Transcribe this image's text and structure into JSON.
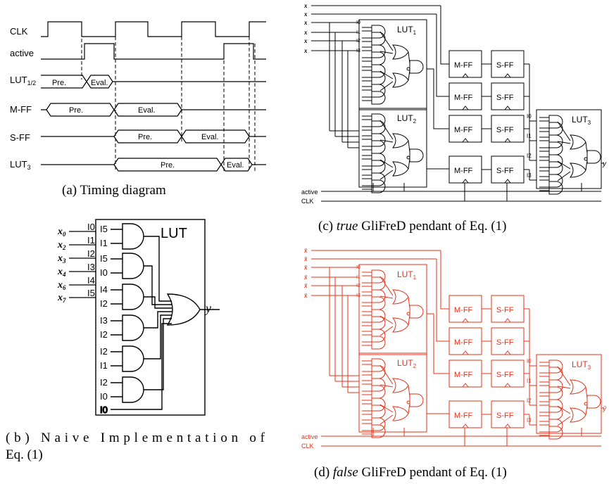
{
  "timing": {
    "signals": [
      "CLK",
      "active",
      "LUT",
      "M-FF",
      "S-FF",
      "LUT"
    ],
    "subscripts": [
      "",
      "",
      "1/2",
      "",
      "",
      "3"
    ],
    "phase_pre": "Pre.",
    "phase_eval": "Eval.",
    "caption": "(a) Timing diagram"
  },
  "naive": {
    "inputs": [
      "x",
      "x",
      "x",
      "x",
      "x",
      "x"
    ],
    "input_subs": [
      "0",
      "2",
      "3",
      "4",
      "6",
      "7"
    ],
    "pins": [
      "I0",
      "I1",
      "I2",
      "I3",
      "I4",
      "I5"
    ],
    "gate_inputs": [
      [
        "I5",
        "I1"
      ],
      [
        "I5",
        "I0"
      ],
      [
        "I4",
        "I2"
      ],
      [
        "I3",
        "I2"
      ],
      [
        "I2",
        "I1"
      ],
      [
        "I2",
        "I0"
      ]
    ],
    "extra_pin": "I0",
    "title": "LUT",
    "output": "y",
    "caption_line1": "(b) Naive Implementation of",
    "caption_line2": "Eq. (1)"
  },
  "true_panel": {
    "inputs": [
      "x",
      "x",
      "x",
      "x",
      "x",
      "x"
    ],
    "lut1": "LUT1",
    "lut2": "LUT2",
    "lut3": "LUT3",
    "mff": "M-FF",
    "sff": "S-FF",
    "active": "active",
    "clk": "CLK",
    "output": "y",
    "caption_italic": "true",
    "caption_rest": " GliFreD pendant of Eq. (1)",
    "caption_prefix": "(c) "
  },
  "false_panel": {
    "inputs": [
      "x̄",
      "x̄",
      "x̄",
      "x̄",
      "x̄",
      "x̄"
    ],
    "lut1": "LUT1",
    "lut2": "LUT2",
    "lut3": "LUT3",
    "mff": "M-FF",
    "sff": "S-FF",
    "active": "active",
    "clk": "CLK",
    "output": "ȳ",
    "caption_italic": "false",
    "caption_rest": " GliFreD pendant of Eq. (1)",
    "caption_prefix": "(d) ",
    "color": "#e8301a"
  }
}
